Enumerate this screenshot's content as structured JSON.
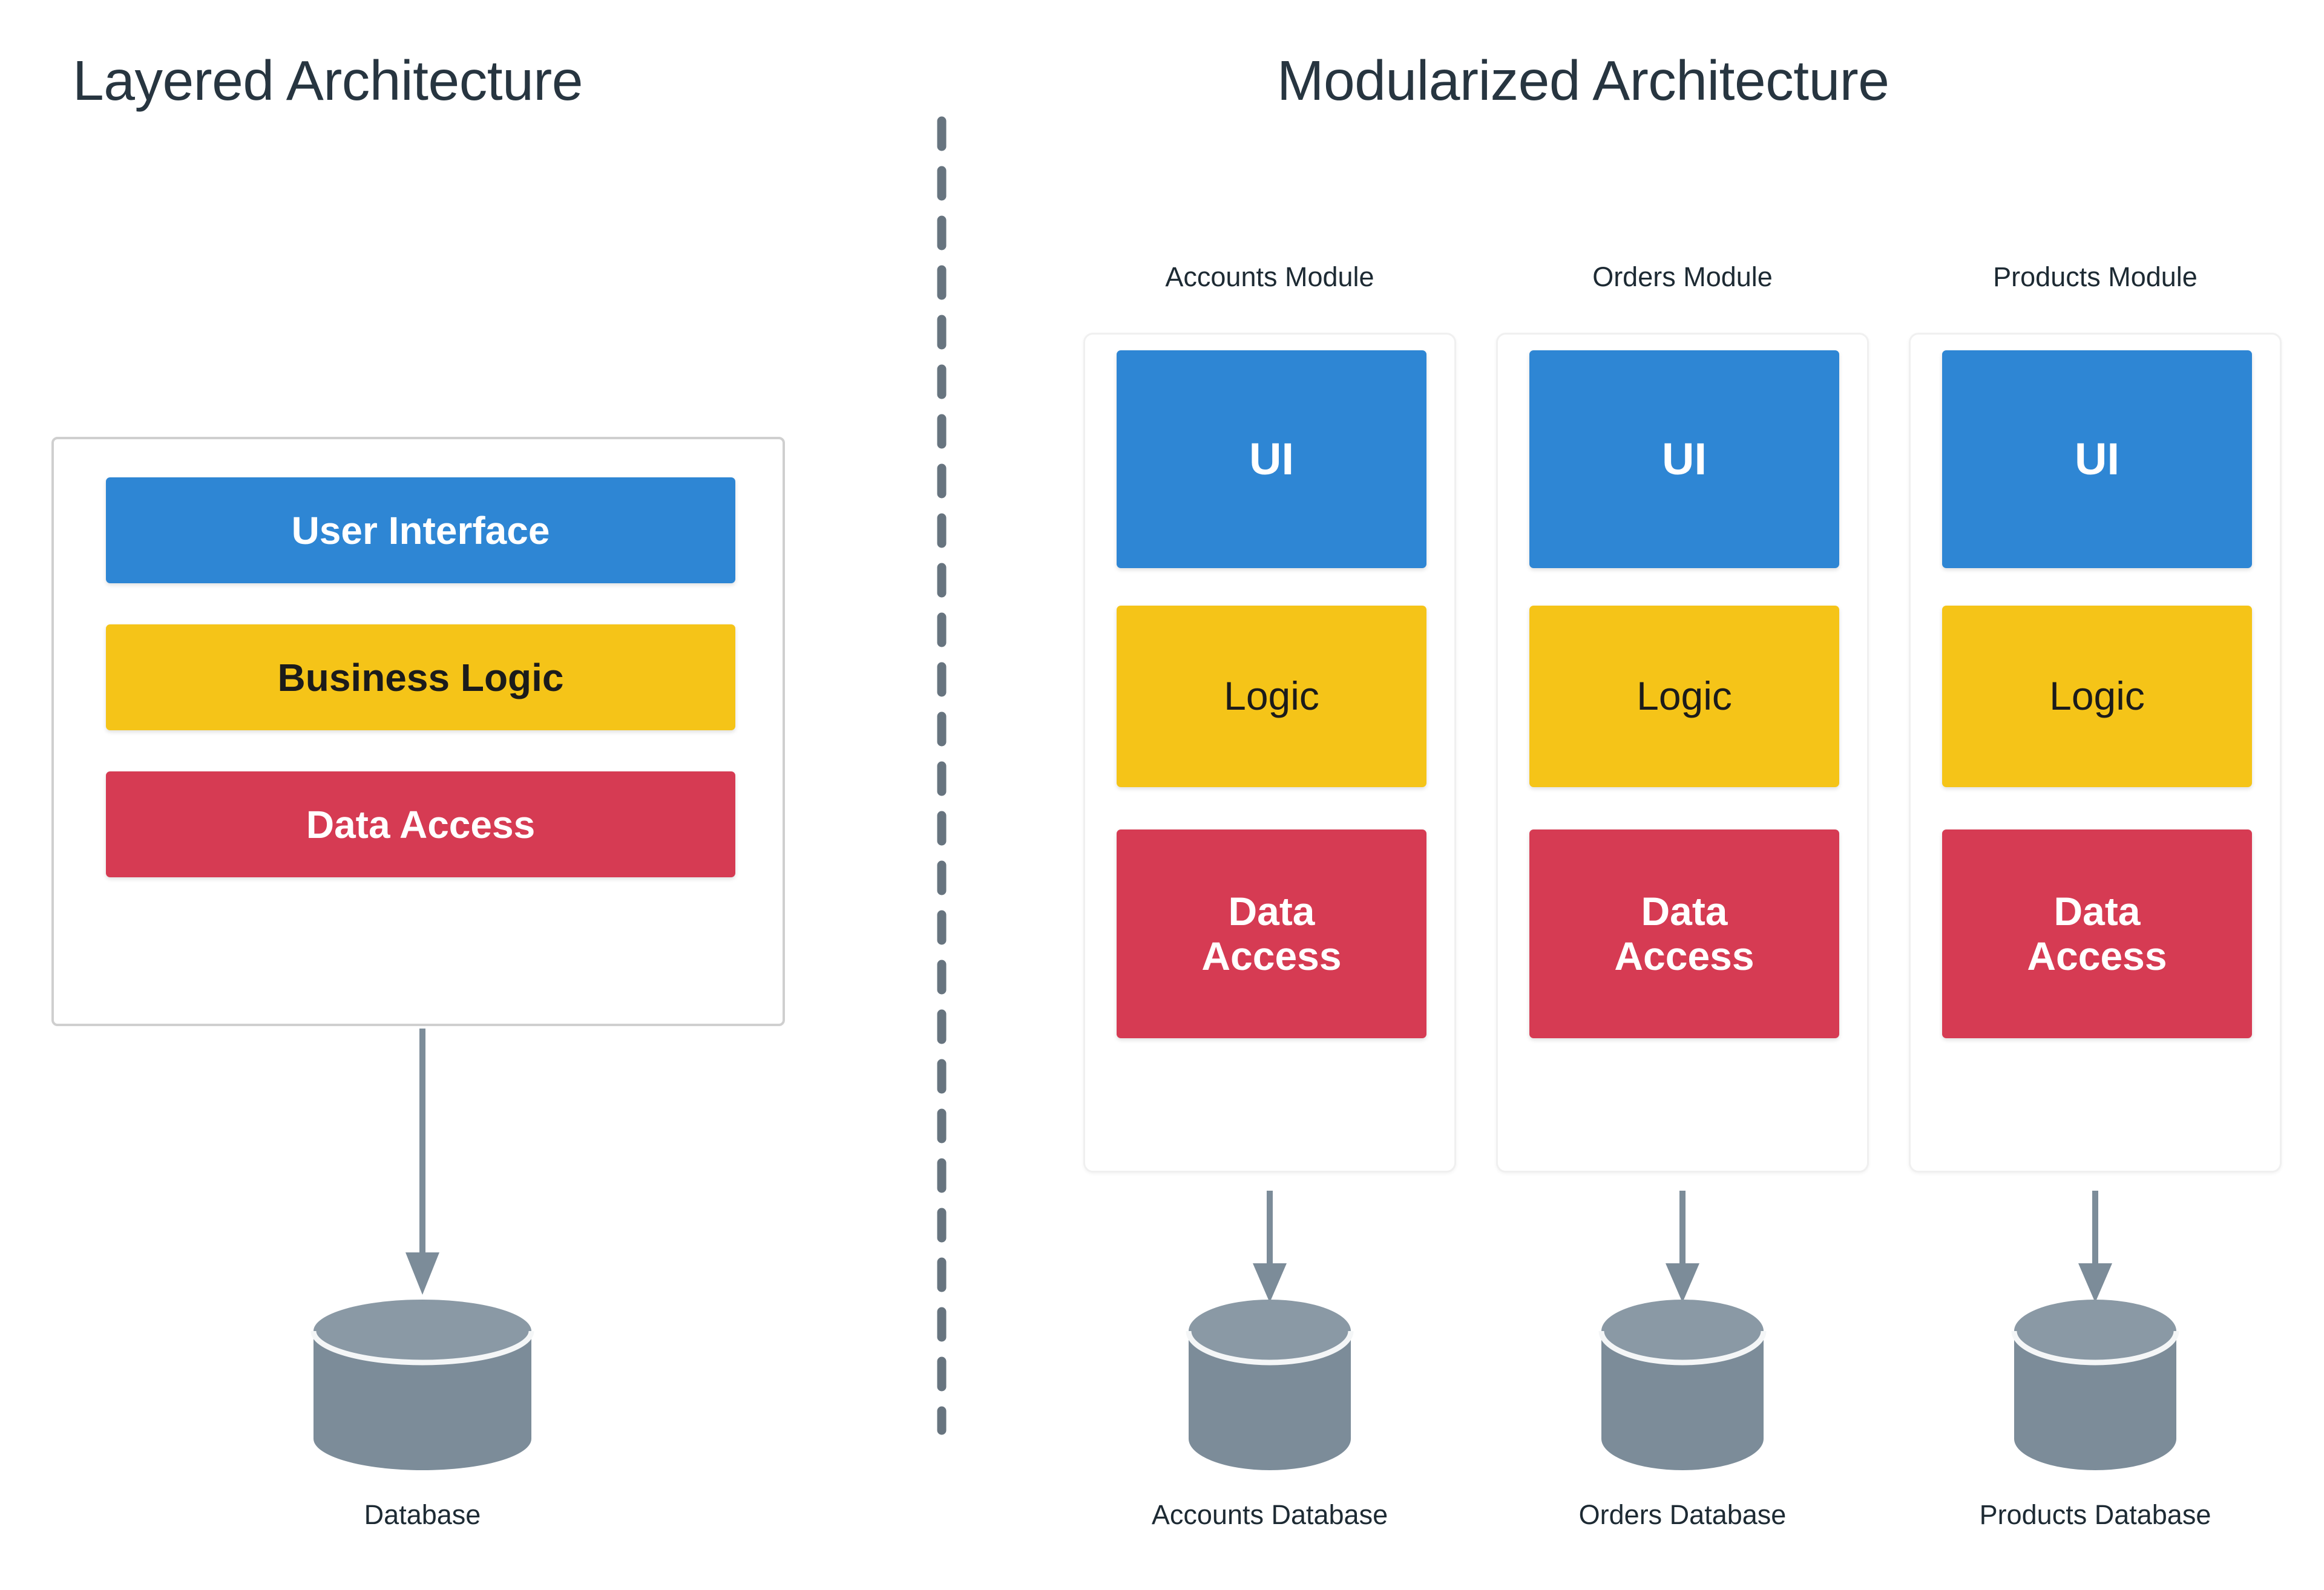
{
  "panels": {
    "left": {
      "title": "Layered Architecture",
      "layers": [
        {
          "label": "User Interface",
          "color": "#2E86D4",
          "text_color": "#FFFFFF"
        },
        {
          "label": "Business Logic",
          "color": "#F5C418",
          "text_color": "#1B1B1B"
        },
        {
          "label": "Data Access",
          "color": "#D63B53",
          "text_color": "#FFFFFF"
        }
      ],
      "database": {
        "label": "Database",
        "color": "#7C8C99"
      }
    },
    "right": {
      "title": "Modularized Architecture",
      "modules": [
        {
          "header": "Accounts Module",
          "ui_label": "UI",
          "logic_label": "Logic",
          "data_label_line1": "Data",
          "data_label_line2": "Access",
          "database_label": "Accounts Database"
        },
        {
          "header": "Orders Module",
          "ui_label": "UI",
          "logic_label": "Logic",
          "data_label_line1": "Data",
          "data_label_line2": "Access",
          "database_label": "Orders Database"
        },
        {
          "header": "Products Module",
          "ui_label": "UI",
          "logic_label": "Logic",
          "data_label_line1": "Data",
          "data_label_line2": "Access",
          "database_label": "Products Database"
        }
      ]
    }
  },
  "icons": {
    "divider": "vertical-dashed-divider-icon",
    "arrow": "down-arrow-icon",
    "cylinder": "database-cylinder-icon"
  },
  "colors": {
    "ui_blue": "#2E86D4",
    "logic_yellow": "#F5C418",
    "data_red": "#D63B53",
    "database_gray": "#7C8C99",
    "divider_gray": "#67747F",
    "title_text": "#273540",
    "caption_text": "#1D2A33",
    "container_border": "#CFCFCF",
    "background": "#FFFFFF"
  }
}
